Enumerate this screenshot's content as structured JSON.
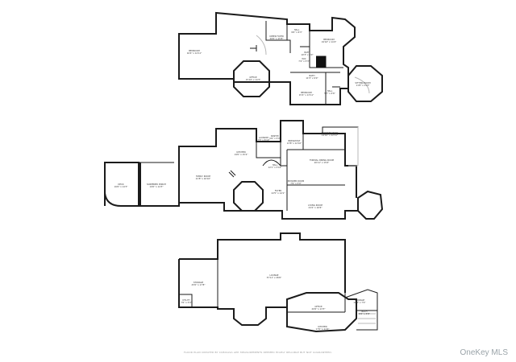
{
  "floors": [
    {
      "rooms": [
        {
          "key": "upper_foyer",
          "name": "UPPER FOYER",
          "size": "20'0\" x 15'8\""
        },
        {
          "key": "hall_f1",
          "name": "HALL",
          "size": "9'6\" x 6'3\""
        },
        {
          "key": "bedroom_a",
          "name": "BEDROOM",
          "size": "19'10\" x 14'4\""
        },
        {
          "key": "bath_upper",
          "name": "BATH",
          "size": "10'3\" x 8'0\""
        },
        {
          "key": "wic_upper",
          "name": "WIC",
          "size": "7'4\" x 5'3\""
        },
        {
          "key": "office",
          "name": "OFFICE",
          "size": "15'10\" x 14'3\""
        },
        {
          "key": "sitting_room",
          "name": "SITTING ROOM",
          "size": "11'8\" x 11'3\""
        },
        {
          "key": "bath_f1",
          "name": "BATH",
          "size": "11'5\" x 9'0\""
        },
        {
          "key": "bedroom_b",
          "name": "BEDROOM",
          "size": "16'4\" x 14'11\""
        },
        {
          "key": "bedroom_c",
          "name": "BEDROOM",
          "size": "15'4\" x 13'11\""
        },
        {
          "key": "hall_f2",
          "name": "HALL",
          "size": "5'7\" x 4'6\""
        }
      ],
      "notes": [
        "",
        ""
      ]
    },
    {
      "rooms": [
        {
          "key": "deck",
          "name": "DECK",
          "size": "16'6\" x 14'3\""
        },
        {
          "key": "screened_porch",
          "name": "SCREENED PORCH",
          "size": "19'0\" x 14'3\""
        },
        {
          "key": "family_room",
          "name": "FAMILY ROOM",
          "size": "21'8\" x 16'10\""
        },
        {
          "key": "kitchen",
          "name": "KITCHEN",
          "size": "19'0\" x 15'2\""
        },
        {
          "key": "breakfast",
          "name": "BREAKFAST",
          "size": "13'8\" x 12'10\""
        },
        {
          "key": "laundry",
          "name": "LAUNDRY",
          "size": "7'5\" x 6'10\""
        },
        {
          "key": "pantry",
          "name": "PANTRY",
          "size": "5'6\" x 5'0\""
        },
        {
          "key": "powder",
          "name": "POWDER ROOM",
          "size": "7'9\" x 5'0\""
        },
        {
          "key": "hall_m",
          "name": "HALL",
          "size": "12'1\" x 5'10\""
        },
        {
          "key": "foyer",
          "name": "FOYER",
          "size": "22'5\" x 14'1\""
        },
        {
          "key": "dining_room",
          "name": "FORMAL DINING ROOM",
          "size": "20'11\" x 15'6\""
        },
        {
          "key": "living_room",
          "name": "LIVING ROOM",
          "size": "24'4\" x 16'6\""
        },
        {
          "key": "conservatory",
          "name": "CONSERVATORY",
          "size": "14'10\" x 12'11\""
        }
      ],
      "notes": [
        "",
        ""
      ]
    },
    {
      "rooms": [
        {
          "key": "storage",
          "name": "STORAGE",
          "size": "25'0\" x 17'8\""
        },
        {
          "key": "utility",
          "name": "UTILITY",
          "size": "7'6\" x 5'0\""
        },
        {
          "key": "lounge",
          "name": "LOUNGE",
          "size": "57'11\" x 28'6\""
        },
        {
          "key": "office_lower",
          "name": "OFFICE",
          "size": "20'6\" x 13'3\""
        },
        {
          "key": "kitchen_lower",
          "name": "KITCHEN",
          "size": "17'0\" x 11'0\""
        },
        {
          "key": "storage_lower",
          "name": "STORAGE",
          "size": "10'8\" x 7'4\""
        },
        {
          "key": "bath_lower",
          "name": "BATH",
          "size": "8'2\" x 5'8\""
        }
      ],
      "notes": [
        "",
        ""
      ]
    }
  ],
  "disclaimer": "FLOOR PLAN CREATED BY CUBICASA APP. MEASUREMENTS DEEMED HIGHLY RELIABLE BUT NOT GUARANTEED.",
  "brand": "OneKey MLS"
}
